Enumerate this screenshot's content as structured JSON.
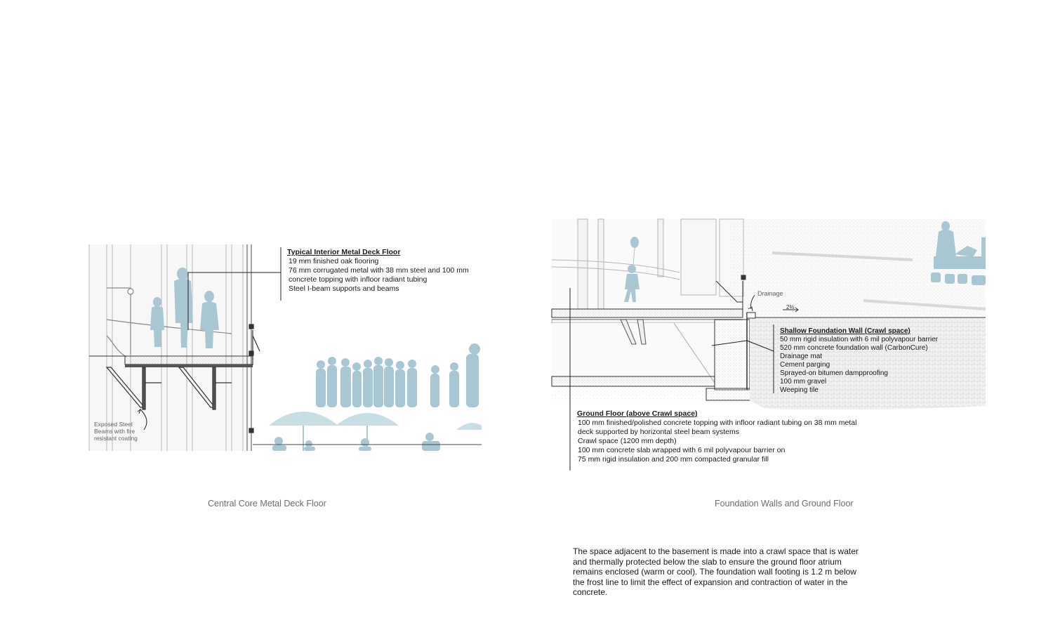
{
  "left_panel": {
    "callout": {
      "title": "Typical Interior Metal Deck Floor",
      "lines": [
        "19 mm finished oak flooring",
        "76 mm corrugated metal with 38 mm steel and 100 mm",
        "concrete topping with infloor radiant tubing",
        "Steel I-beam supports and beams"
      ]
    },
    "beam_note": [
      "Exposed Steel",
      "Beams with fire",
      "resistant coating"
    ],
    "caption": "Central Core Metal Deck Floor"
  },
  "right_panel": {
    "drainage_label": "Drainage",
    "slope_label": "2%",
    "wall_callout": {
      "title": "Shallow Foundation Wall (Crawl space)",
      "lines": [
        "50 mm rigid insulation with 6 mil polyvapour barrier",
        "520 mm concrete foundation wall (CarbonCure)",
        "Drainage mat",
        "Cement parging",
        "Sprayed-on bitumen dampproofing",
        "100 mm gravel",
        "Weeping tile"
      ]
    },
    "floor_callout": {
      "title": "Ground Floor (above Crawl space)",
      "lines": [
        "100 mm finished/polished concrete topping with infloor radiant tubing on 38 mm metal",
        "deck supported by horizontal steel beam systems",
        "Crawl space (1200 mm depth)",
        "100 mm concrete slab wrapped with 6 mil polyvapour barrier on",
        "75 mm rigid insulation and 200 mm compacted granular fill"
      ]
    },
    "caption": "Foundation Walls and Ground Floor"
  },
  "description": "The space adjacent to the basement is made into a crawl space that is water and thermally protected below the slab to ensure the ground floor atrium remains enclosed (warm or cool). The foundation wall footing is 1.2 m below the frost line to limit the effect of expansion and contraction of water in the concrete.",
  "colors": {
    "figure_blue": "#a9c7d3",
    "line_dark": "#2a2a2a",
    "line_light": "#9a9a9a",
    "caption_gray": "#6d6d6d"
  }
}
